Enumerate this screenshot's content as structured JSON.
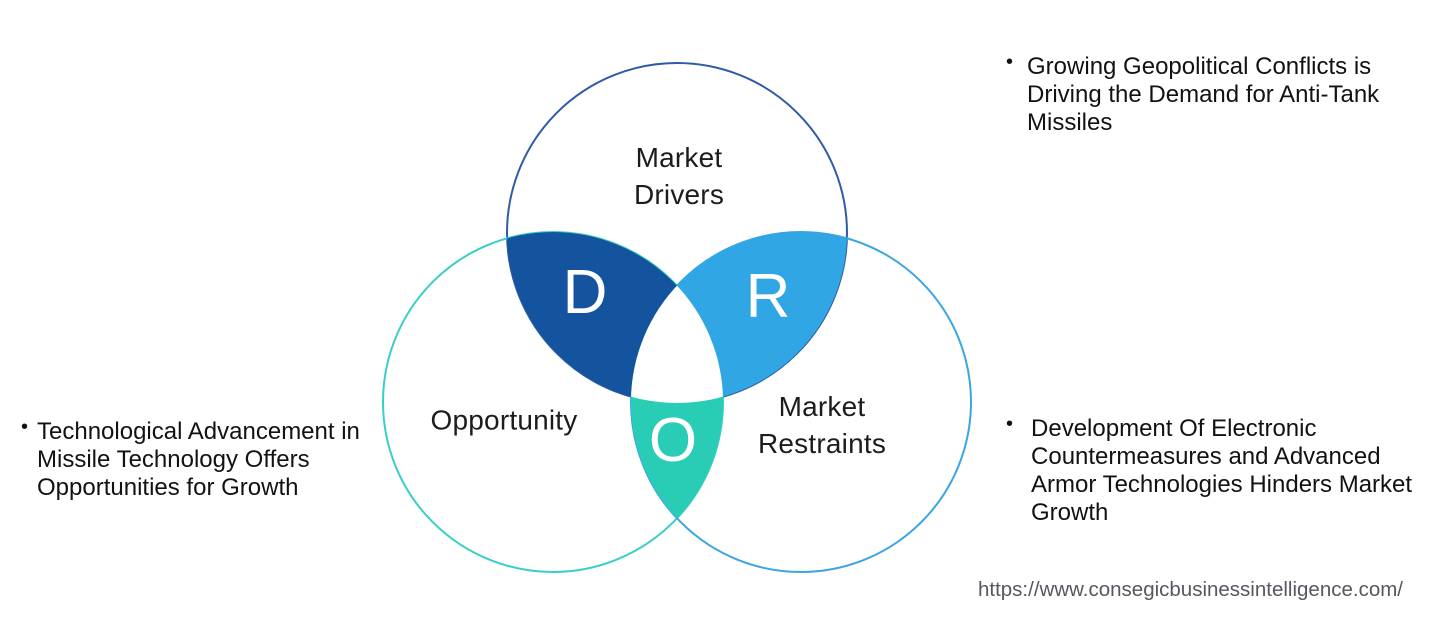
{
  "diagram": {
    "circles": {
      "drivers": {
        "label": "Market\nDrivers",
        "letter": "D"
      },
      "opportunity": {
        "label": "Opportunity",
        "letter": "O"
      },
      "restraints": {
        "label": "Market\nRestraints",
        "letter": "R"
      }
    },
    "colors": {
      "drivers_stroke": "#2E5CA6",
      "opportunity_stroke": "#38CFC7",
      "restraints_stroke": "#3BA5E3",
      "drivers_fill": "#14549F",
      "restraints_fill": "#31A6E4",
      "opportunity_fill": "#29CDB5",
      "center_fill": "#FFFFFF"
    }
  },
  "bullets": {
    "driver_note": {
      "marker": "•",
      "text": "Growing Geopolitical Conflicts is\nDriving the Demand for Anti-Tank\nMissiles"
    },
    "opportunity_note": {
      "marker": "•",
      "text": "Technological Advancement in\nMissile Technology Offers\nOpportunities for Growth"
    },
    "restraint_note": {
      "marker": "•",
      "text": "Development Of Electronic\nCountermeasures and Advanced\nArmor Technologies Hinders Market\nGrowth"
    }
  },
  "footer": {
    "source_url": "https://www.consegicbusinessintelligence.com/"
  }
}
